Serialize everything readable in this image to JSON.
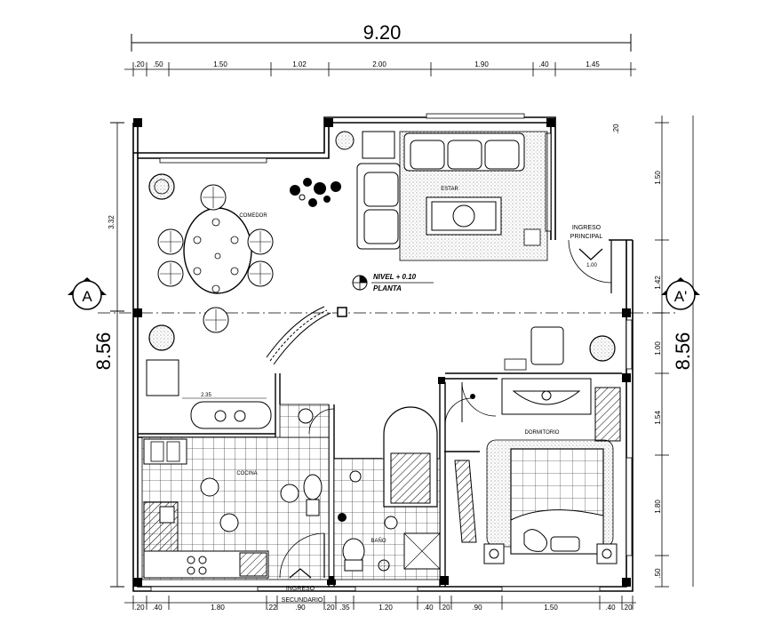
{
  "title_width": "9.20",
  "top_dims": [
    ".20",
    ".50",
    "1.50",
    "1.02",
    "2.00",
    "1.90",
    ".40",
    "1.45"
  ],
  "bottom_dims": [
    ".20",
    ".40",
    "1.80",
    ".22",
    ".90",
    ".20",
    ".35",
    "1.20",
    ".40",
    ".20",
    ".90",
    "1.50",
    ".40",
    ".20"
  ],
  "left_dim_small": "3.32",
  "right_dims": [
    "1.50",
    "1.42",
    "1.00",
    "1.54",
    "1.80",
    ".50"
  ],
  "side_label": "8.56",
  "section_left": "A",
  "section_right": "A'",
  "rooms": {
    "comedor": "COMEDOR",
    "estar": "ESTAR",
    "dormitorio": "DORMITORIO",
    "cocina": "COCINA",
    "bano": "BAÑO"
  },
  "ingreso_principal": [
    "INGRESO",
    "PRINCIPAL"
  ],
  "ingreso_secundario": [
    "INGRESO",
    "SECUNDARIO"
  ],
  "nivel": "NIVEL + 0.10",
  "planta": "PLANTA",
  "counter_dim": "2.35",
  "door_dim": "1.00",
  "misc_small": ".20"
}
